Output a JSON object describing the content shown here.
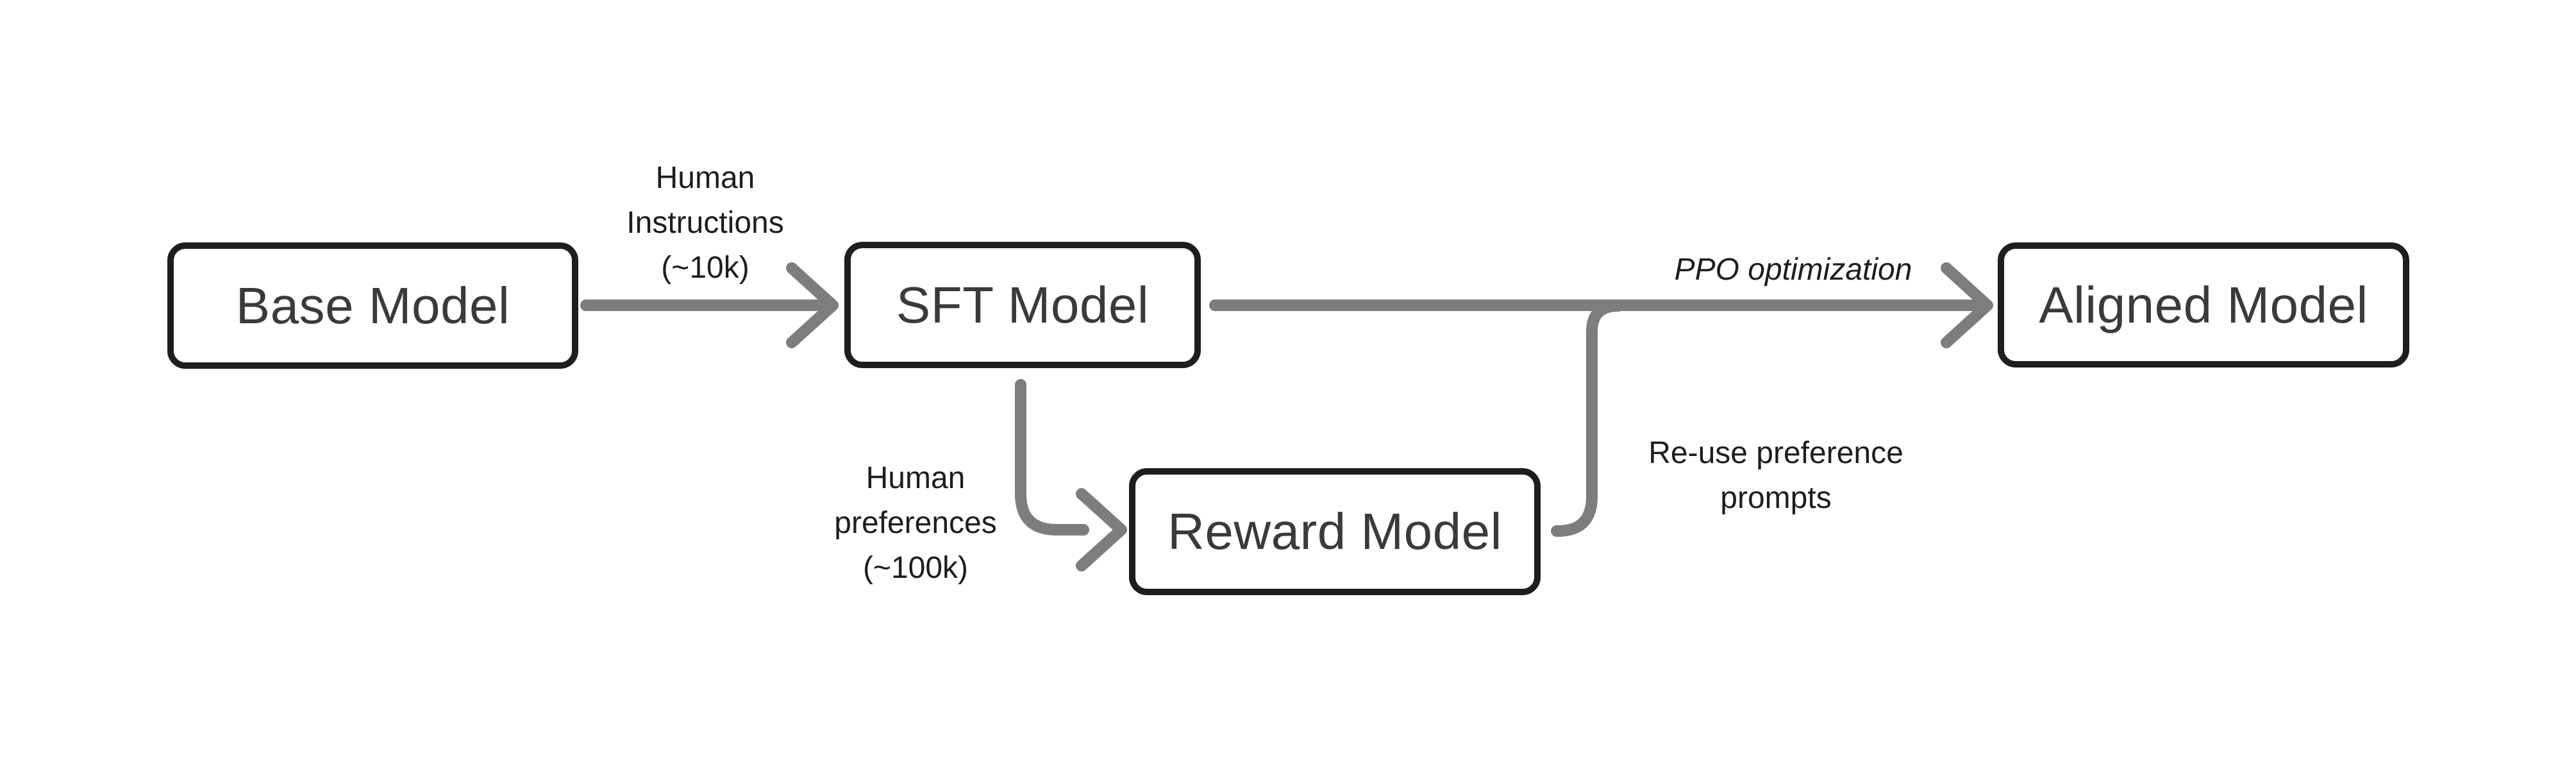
{
  "diagram": {
    "title_implicit": "RLHF training pipeline",
    "colors": {
      "background": "#ffffff",
      "arrow": "#7d7d7d",
      "node_border": "#1e1e1e",
      "node_fill": "#ffffff",
      "node_text": "#3a3a3a",
      "label_text": "#1d1d1d"
    },
    "nodes": {
      "base": {
        "label": "Base Model"
      },
      "sft": {
        "label": "SFT Model"
      },
      "reward": {
        "label": "Reward Model"
      },
      "aligned": {
        "label": "Aligned Model"
      }
    },
    "edges": {
      "base_to_sft": {
        "label": "Human\nInstructions\n(~10k)"
      },
      "sft_to_reward": {
        "label": "Human\npreferences\n(~100k)"
      },
      "sft_to_aligned": {
        "label": "PPO optimization"
      },
      "reward_to_ppo": {
        "label": "Re-use preference\nprompts"
      }
    }
  }
}
